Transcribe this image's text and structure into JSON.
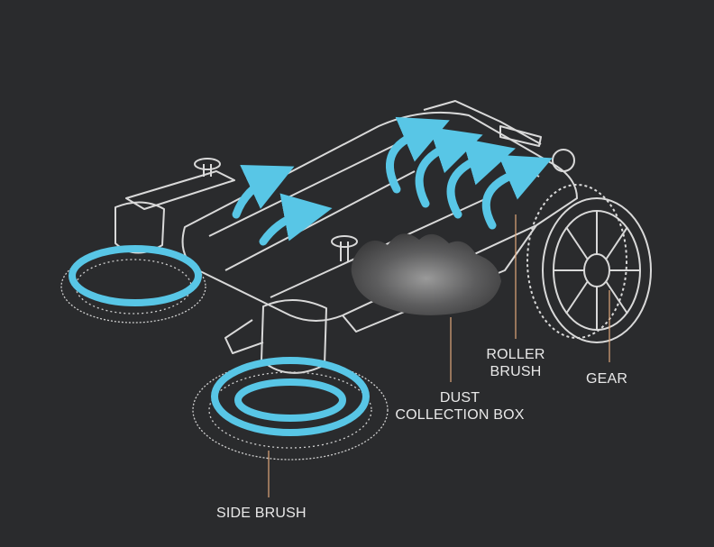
{
  "colors": {
    "background": "#2a2b2d",
    "outline": "#d9d9d9",
    "accent": "#58c6e6",
    "leader": "#e0a77a",
    "text": "#e9e9e9"
  },
  "labels": {
    "side_brush": "SIDE BRUSH",
    "dust_box_line1": "DUST",
    "dust_box_line2": "COLLECTION BOX",
    "roller_brush_line1": "ROLLER",
    "roller_brush_line2": "BRUSH",
    "gear": "GEAR"
  },
  "icons": {
    "flow": "curved-arrow-icon",
    "rotation": "rotation-ring-icon"
  }
}
